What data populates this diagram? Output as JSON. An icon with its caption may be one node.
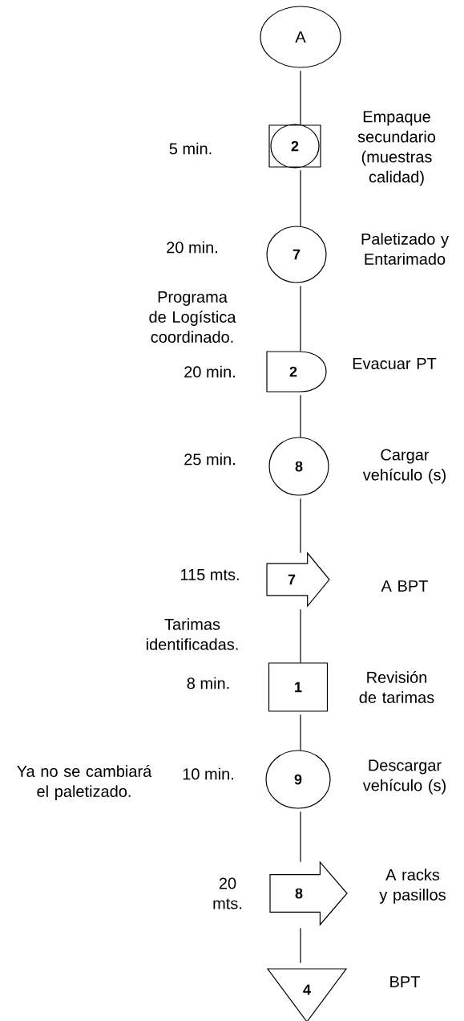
{
  "diagram": {
    "nodes": [
      {
        "text": [
          "A"
        ]
      },
      {
        "text": [
          "2"
        ],
        "beside": [
          "5 min.",
          "Empaque secundario (muestras calidad)"
        ]
      },
      {
        "text": [
          "7"
        ],
        "beside": [
          "20 min.",
          "Paletizado y Entarimado"
        ]
      },
      {
        "text": [
          "2"
        ],
        "beside": [
          "20 min.",
          "Evacuar PT"
        ]
      },
      {
        "text": [
          "8"
        ],
        "beside": [
          "25 min.",
          "Cargar vehículo (s)"
        ]
      },
      {
        "text": [
          "7"
        ],
        "beside": [
          "115 mts.",
          "A BPT"
        ]
      },
      {
        "text": [
          "1"
        ],
        "beside": [
          "8 min.",
          "Revisión de tarimas"
        ]
      },
      {
        "text": [
          "9"
        ],
        "beside": [
          "10 min.",
          "Descargar vehículo (s)"
        ]
      },
      {
        "text": [
          "8"
        ],
        "beside": [
          "20 mts.",
          "A racks y pasillos"
        ]
      },
      {
        "text": [
          "4"
        ],
        "beside": [
          "BPT"
        ]
      }
    ],
    "edges": [
      {
        "from": 0,
        "to": 1,
        "arrow": "none"
      },
      {
        "from": 1,
        "to": 2,
        "arrow": "none"
      },
      {
        "from": 2,
        "to": 3,
        "arrow": "none"
      },
      {
        "from": 3,
        "to": 4,
        "arrow": "none"
      },
      {
        "from": 4,
        "to": 5,
        "arrow": "none"
      },
      {
        "from": 5,
        "to": 6,
        "arrow": "none"
      },
      {
        "from": 6,
        "to": 7,
        "arrow": "none"
      },
      {
        "from": 7,
        "to": 8,
        "arrow": "none"
      },
      {
        "from": 8,
        "to": 9,
        "arrow": "none"
      }
    ],
    "labels": [
      "Programa de Logística coordinado.",
      "Tarimas identificadas.",
      "Ya no se cambiará el paletizado."
    ]
  }
}
